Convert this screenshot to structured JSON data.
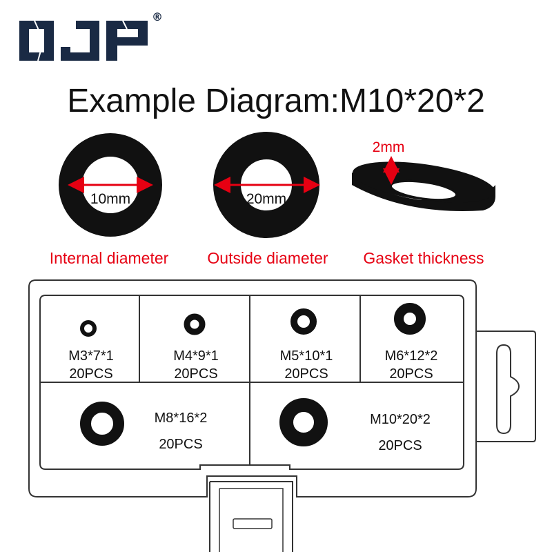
{
  "brand": {
    "logo": "OJP",
    "registered_mark": "®"
  },
  "title": "Example Diagram:M10*20*2",
  "diagrams": [
    {
      "dimension": "10mm",
      "caption": "Internal diameter"
    },
    {
      "dimension": "20mm",
      "caption": "Outside diameter"
    },
    {
      "dimension": "2mm",
      "caption": "Gasket thickness"
    }
  ],
  "compartments": [
    {
      "size": "M3*7*1",
      "qty": "20PCS"
    },
    {
      "size": "M4*9*1",
      "qty": "20PCS"
    },
    {
      "size": "M5*10*1",
      "qty": "20PCS"
    },
    {
      "size": "M6*12*2",
      "qty": "20PCS"
    },
    {
      "size": "M8*16*2",
      "qty": "20PCS"
    },
    {
      "size": "M10*20*2",
      "qty": "20PCS"
    }
  ],
  "colors": {
    "accent": "#e60012",
    "washer": "#111111",
    "logo": "#1a2a44",
    "box_outline": "#333333"
  }
}
